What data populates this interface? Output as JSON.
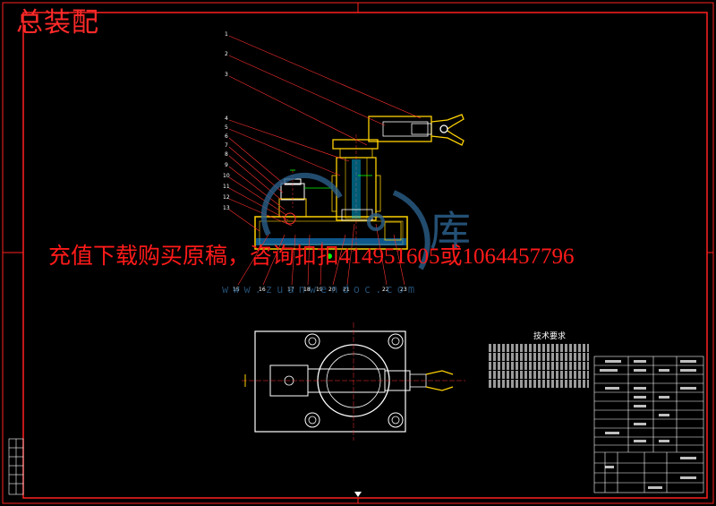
{
  "title": "总装配",
  "watermark": {
    "text": "充值下载购买原稿，咨询扣扣414951605或1064457796",
    "url": "www.zuanwendoc.com",
    "logo_char": "库"
  },
  "technical_requirements": {
    "title": "技术要求",
    "note_count": 5
  },
  "callouts": {
    "top": [
      "1",
      "2",
      "3",
      "4",
      "5",
      "6",
      "7",
      "8",
      "9",
      "10",
      "11",
      "12",
      "13"
    ],
    "bottom": [
      "15",
      "16",
      "17",
      "18",
      "19",
      "20",
      "21",
      "22",
      "23"
    ]
  },
  "colors": {
    "background": "#000000",
    "frame": "#ff2020",
    "outline": "#ffffff",
    "body": "#ffd200",
    "gripper": "#ffd200",
    "dimension": "#00ff00",
    "shaft": "#00c8ff",
    "title_text": "#ff2a2a",
    "watermark_logo": "#2b5f8a"
  }
}
